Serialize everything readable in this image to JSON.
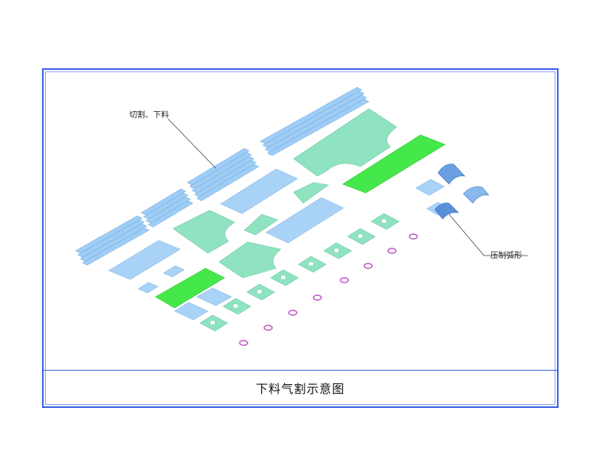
{
  "caption": "下料气割示意图",
  "callouts": {
    "cutting": "切割、下料",
    "pressing": "压制弧形"
  },
  "colors": {
    "frame": "#3d63e6",
    "steel_strip": "#9fcdf5",
    "plate_blue": "#a9d2f7",
    "plate_mint": "#8fe3c1",
    "plate_green": "#45e84a",
    "ring": "#c05ac8",
    "arc_part": "#6a9fe0"
  }
}
